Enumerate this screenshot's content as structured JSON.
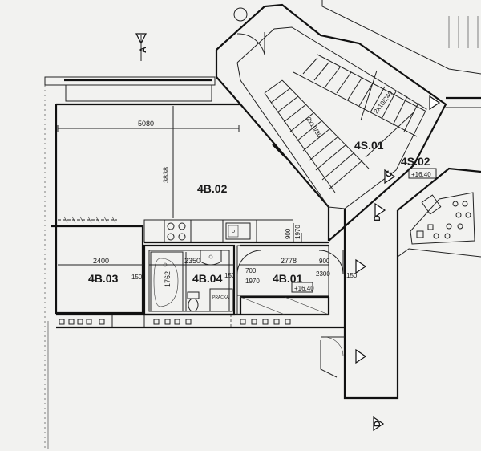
{
  "rooms": [
    {
      "id": "4B.02",
      "label": "4B.02"
    },
    {
      "id": "4B.03",
      "label": "4B.03"
    },
    {
      "id": "4B.04",
      "label": "4B.04"
    },
    {
      "id": "4B.01",
      "label": "4B.01"
    },
    {
      "id": "4S.01",
      "label": "4S.01"
    },
    {
      "id": "4S.02",
      "label": "4S.02"
    }
  ],
  "dimensions": {
    "width_main": "5080",
    "height_main": "3838",
    "width_4b03": "2400",
    "side_4b03": "150",
    "bath_width": "2350",
    "bath_height": "1762",
    "bath_side": "150",
    "hall_700": "700",
    "hall_1970": "1970",
    "hall_2778": "2778",
    "hall_900": "900",
    "hall_2300": "2300",
    "hall_150": "150",
    "door_900": "900",
    "door_1970": "1970",
    "stair_top": "2x10/240",
    "stair_mid": "2x10/30"
  },
  "levels": {
    "entry": "+16.40",
    "landing": "+16.40"
  },
  "sections": {
    "a_top": "A",
    "c_stair": "C",
    "d_mid": "D",
    "d_bottom": "D"
  },
  "labels": {
    "pracka": "PRAČKA"
  }
}
